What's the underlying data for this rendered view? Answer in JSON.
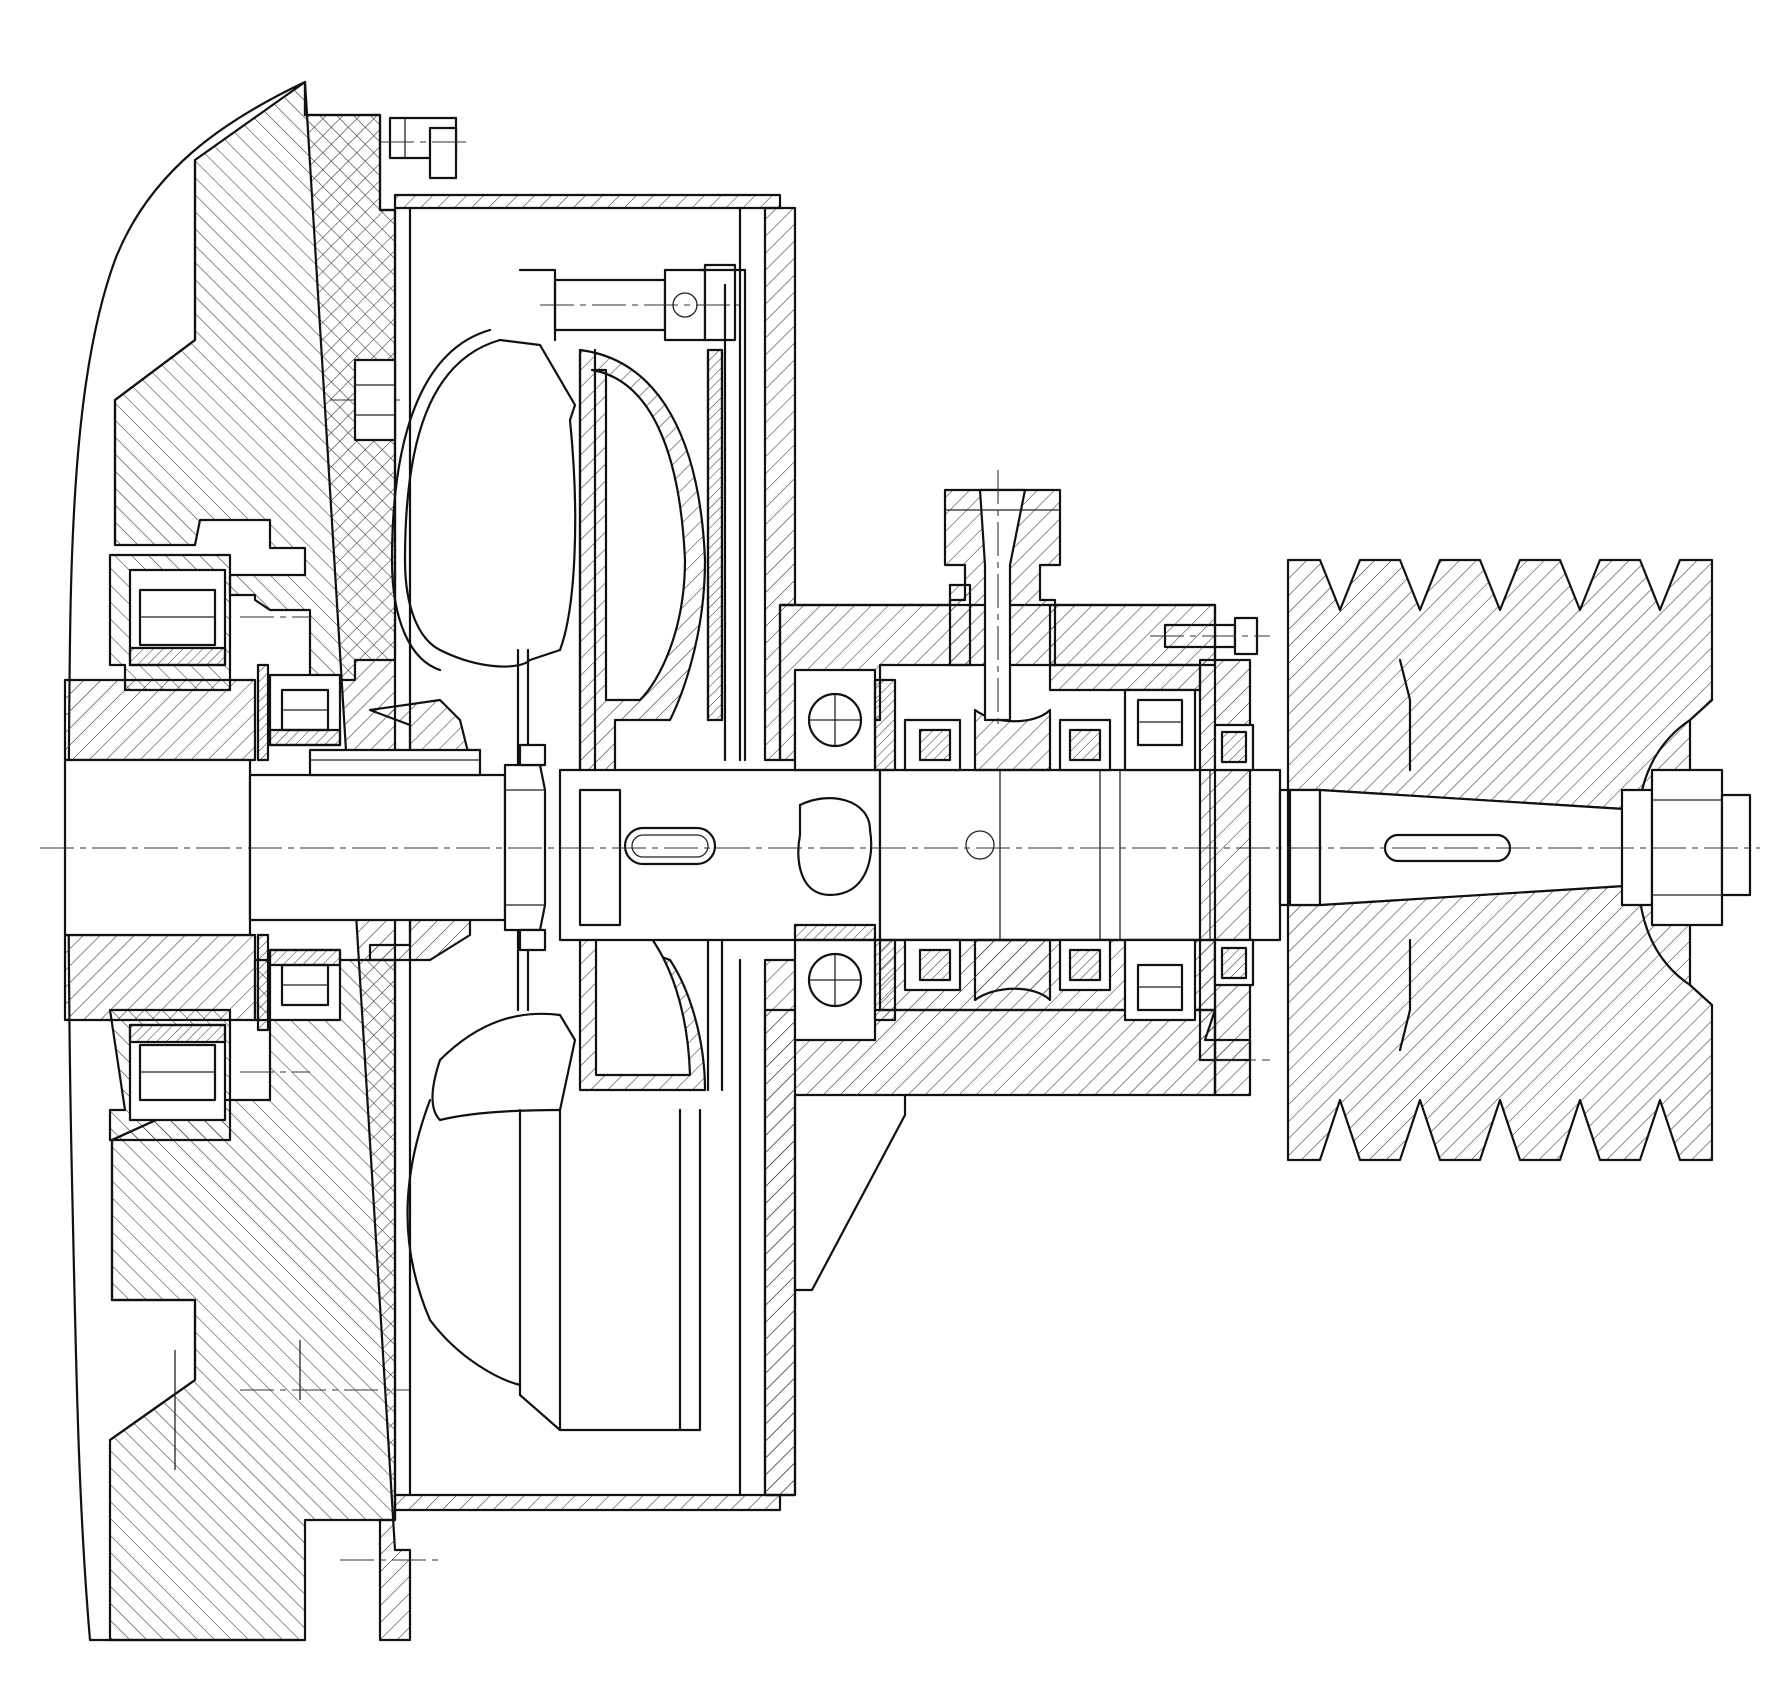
{
  "drawing": {
    "kind": "mechanical-assembly-section",
    "colors": {
      "line": "#111111",
      "background": "#ffffff",
      "hatch": "#333333"
    },
    "parts": [
      "housing",
      "fluid-coupling-impeller",
      "fluid-coupling-runner",
      "input-shaft",
      "output-shaft",
      "ball-bearings",
      "roller-bearings",
      "oil-seals",
      "bearing-housing",
      "oil-filler-plug",
      "v-belt-pulley",
      "shaft-nut",
      "bolts"
    ]
  }
}
